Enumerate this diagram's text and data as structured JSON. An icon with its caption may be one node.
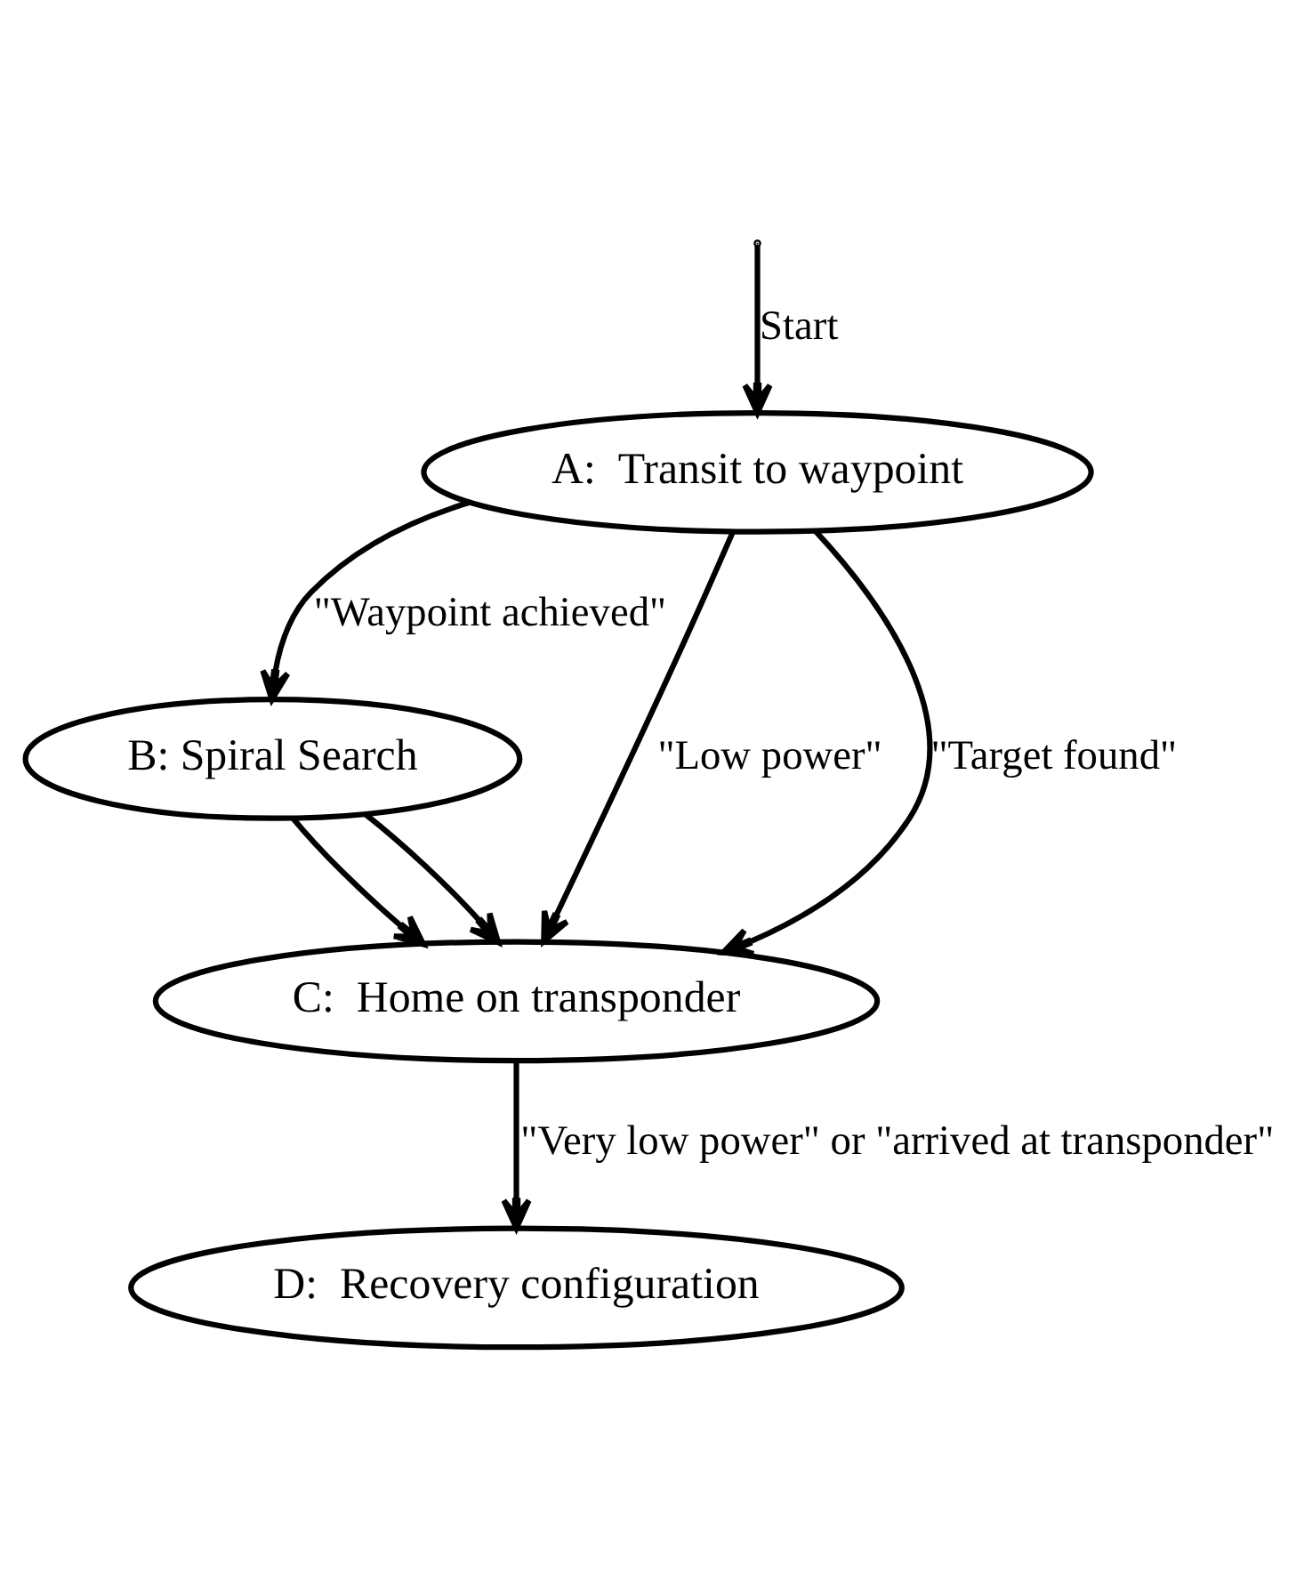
{
  "diagram": {
    "nodes": [
      {
        "text": [
          "A:  Transit to waypoint"
        ]
      },
      {
        "text": [
          "B: Spiral Search"
        ]
      },
      {
        "text": [
          "C:  Home on transponder"
        ]
      },
      {
        "text": [
          "D:  Recovery configuration"
        ]
      }
    ],
    "edges": [
      {
        "from": null,
        "to": 0,
        "arrow": "to",
        "label": "Start"
      },
      {
        "from": 0,
        "to": 1,
        "arrow": "to",
        "label": "\"Waypoint achieved\""
      },
      {
        "from": 0,
        "to": 2,
        "arrow": "to",
        "label": "\"Low power\""
      },
      {
        "from": 1,
        "to": 2,
        "arrow": "to"
      },
      {
        "from": 1,
        "to": 2,
        "arrow": "to"
      },
      {
        "from": 0,
        "to": 2,
        "arrow": "to",
        "label": "\"Target found\""
      },
      {
        "from": 2,
        "to": 3,
        "arrow": "to",
        "label": "\"Very low power\" or \"arrived at transponder\""
      }
    ]
  }
}
